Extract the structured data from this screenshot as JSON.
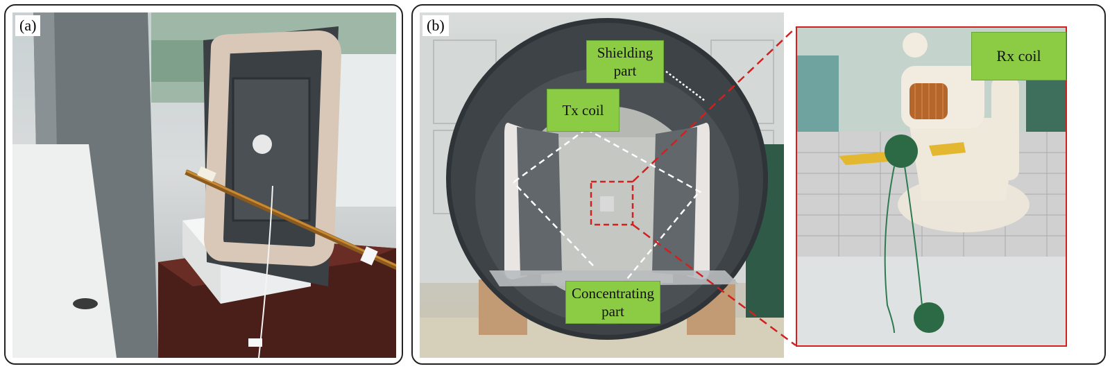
{
  "panel_a": {
    "tag": "(a)"
  },
  "panel_b": {
    "tag": "(b)",
    "labels": {
      "shielding": [
        "Shielding",
        "part"
      ],
      "tx": [
        "Tx coil"
      ],
      "concentrating": [
        "Concentrating",
        "part"
      ],
      "rx": [
        "Rx coil"
      ]
    },
    "colors": {
      "label_fill": "#8ccc45",
      "zoom_line": "#d02020",
      "guide_line": "#ffffff"
    }
  }
}
